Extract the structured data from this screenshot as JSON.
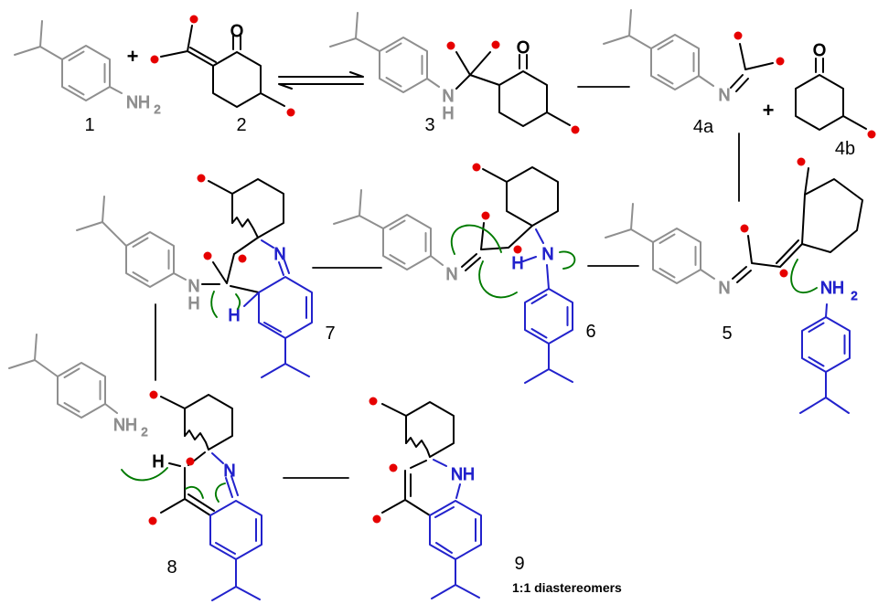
{
  "scheme": {
    "type": "chemical-reaction-mechanism",
    "compound_labels": {
      "c1": "1",
      "c2": "2",
      "c3": "3",
      "c4a": "4a",
      "c4b": "4b",
      "c5": "5",
      "c6": "6",
      "c7": "7",
      "c8": "8",
      "c9": "9"
    },
    "atom_labels": {
      "oxygen": "O",
      "nitrogen": "N",
      "hydrogen": "H",
      "nh": "NH",
      "subscript_two": "2"
    },
    "operators": {
      "plus": "+"
    },
    "caption": "1:1 diastereomers",
    "colors": {
      "bond_black": "#000000",
      "spectator_gray": "#8f8f8f",
      "incoming_aniline_blue": "#2222cc",
      "electron_arrow_green": "#007a00",
      "label_dot_red": "#e60000"
    }
  }
}
